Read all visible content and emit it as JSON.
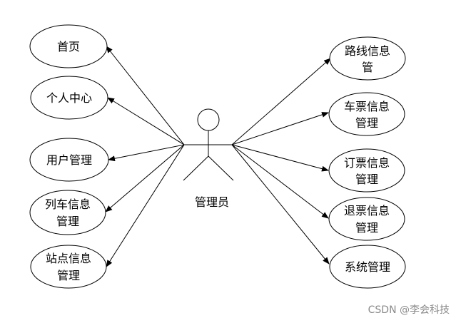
{
  "actor": {
    "label": "管理员"
  },
  "use_cases": {
    "left": [
      {
        "id": "home",
        "lines": [
          "首页"
        ]
      },
      {
        "id": "profile",
        "lines": [
          "个人中心"
        ]
      },
      {
        "id": "user-management",
        "lines": [
          "用户管理"
        ]
      },
      {
        "id": "train-info-management",
        "lines": [
          "列车信息",
          "管理"
        ]
      },
      {
        "id": "station-info-management",
        "lines": [
          "站点信息",
          "管理"
        ]
      }
    ],
    "right": [
      {
        "id": "route-info-management",
        "lines": [
          "路线信息",
          "管"
        ]
      },
      {
        "id": "ticket-info-management",
        "lines": [
          "车票信息",
          "管理"
        ]
      },
      {
        "id": "booking-info-management",
        "lines": [
          "订票信息",
          "管理"
        ]
      },
      {
        "id": "refund-info-management",
        "lines": [
          "退票信息",
          "管理"
        ]
      },
      {
        "id": "system-management",
        "lines": [
          "系统管理"
        ]
      }
    ]
  },
  "watermark": "CSDN @李会科技",
  "colors": {
    "stroke": "#000000",
    "background": "#ffffff",
    "watermark": "#8a8a8a"
  }
}
